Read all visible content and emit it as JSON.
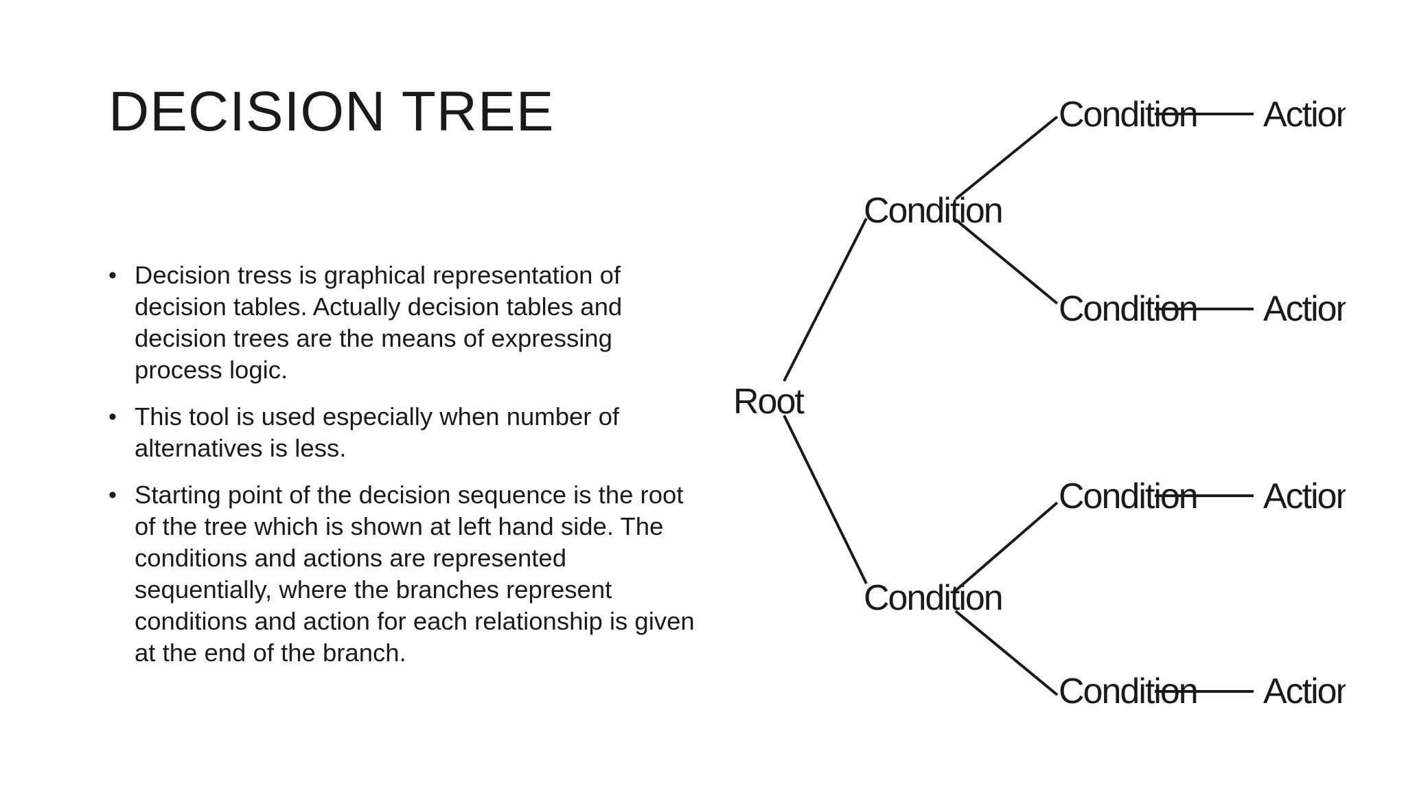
{
  "slide": {
    "title": "DECISION TREE",
    "bullets": [
      "Decision tress is graphical representation of decision tables. Actually decision tables and decision trees are the means of expressing process logic.",
      "This tool is used especially when number of alternatives is less.",
      " Starting point of the decision sequence is the root of the tree which is shown at left hand side. The conditions and actions are represented sequentially, where the branches represent conditions and action for each relationship is given at the end of the branch."
    ],
    "bullet_symbol": "•"
  },
  "diagram": {
    "root": "Root",
    "level1": [
      "Condition",
      "Condition"
    ],
    "level2": [
      "Condition",
      "Condition",
      "Condition",
      "Condition"
    ],
    "actions": [
      "Action",
      "Action",
      "Action",
      "Action"
    ]
  }
}
